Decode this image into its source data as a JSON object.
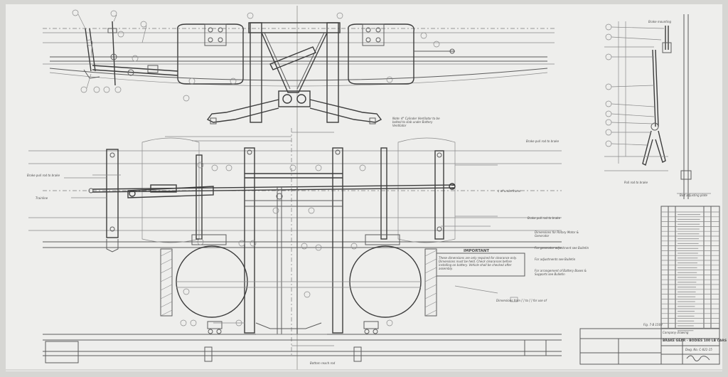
{
  "notes": {
    "top_note": "Note: 4\" Cylinder Ventilator to be bolted to slab under Battery Ventilator",
    "important_title": "IMPORTANT",
    "important_body": "These dimensions are only required for clearance only. Dimensions must be held. Check clearances before installing on battery. Vehicle shall be checked after assembly.",
    "ref_note_1": "Dimensions for Rotary Motor & Generator",
    "ref_note_2": "For generator adjustment see Bulletin",
    "ref_note_3": "For adjustments see Bulletin",
    "ref_note_4": "For arrangement of Battery Boxes & Supports see Bulletin",
    "dims_note": "Dimensions from [ ] to [ ] for use of"
  },
  "labels": {
    "brake_hose_left": "Brake pull rod to brake",
    "brake_hose_right": "Brake pull rod to brake",
    "trainline": "Trainline",
    "center_line": "¢ of underframe",
    "bottom_label": "Bottom reach rod",
    "side_label_top": "Brake pull rod to brake",
    "right_view_top": "Brake mounting",
    "right_view_mid": "Pull rod to brake",
    "right_view_bottom": "Bolt adjusting plate"
  },
  "title_block": {
    "title": "BRAKE GEAR - BODIES 100 LB CARS",
    "company": "Company drawing",
    "dwg_no": "Dwg. No. C-821-15",
    "scale": "Fig. 7-B 1509"
  }
}
